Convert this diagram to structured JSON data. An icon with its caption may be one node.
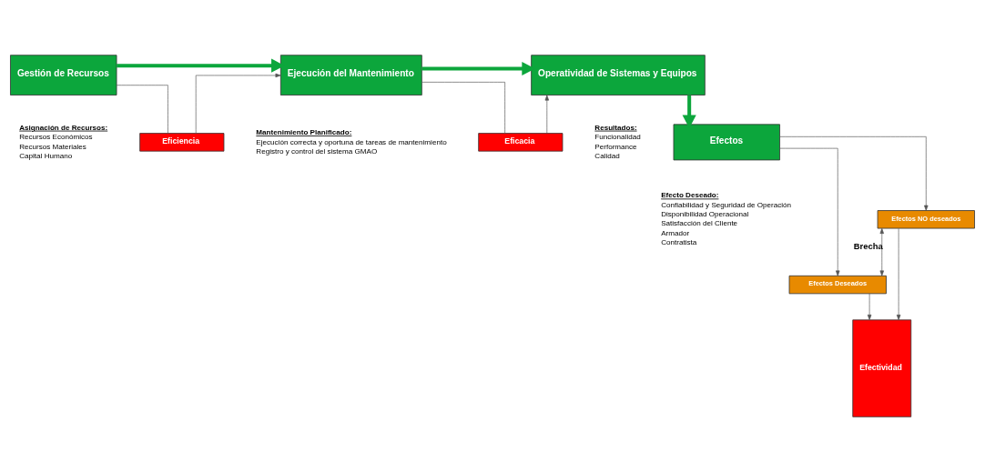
{
  "diagram": {
    "nodes": [
      {
        "text": [
          "Gestión de Recursos"
        ],
        "beside": [
          "Asignación de Recursos:",
          "Recursos Económicos",
          "Recursos Materiales",
          "Capital Humano"
        ]
      },
      {
        "text": [
          "Eficiencia"
        ]
      },
      {
        "text": [
          "Ejecución del Mantenimiento"
        ],
        "beside": [
          "Mantenimiento Planificado:",
          "Ejecución correcta y oportuna de tareas de mantenimiento",
          "Registro y control del sistema GMAO"
        ]
      },
      {
        "text": [
          "Eficacia"
        ]
      },
      {
        "text": [
          "Operatividad de Sistemas y Equipos"
        ],
        "beside": [
          "Resultados:",
          "Funcionalidad",
          "Performance",
          "Calidad"
        ]
      },
      {
        "text": [
          "Efectos"
        ],
        "beside": [
          "Efecto Deseado:",
          "Confiabilidad y Seguridad de Operación",
          "Disponibilidad Operacional",
          "Satisfacción del Cliente",
          "Armador",
          "Contratista"
        ]
      },
      {
        "text": [
          "Efectos Deseados"
        ]
      },
      {
        "text": [
          "Efectos NO deseados"
        ]
      },
      {
        "text": [
          "Efectividad"
        ]
      }
    ],
    "edges": [
      {
        "from": 0,
        "to": 1,
        "arrow": "none"
      },
      {
        "from": 1,
        "to": 2,
        "arrow": "to"
      },
      {
        "from": 2,
        "to": 3,
        "arrow": "none"
      },
      {
        "from": 3,
        "to": 4,
        "arrow": "to"
      },
      {
        "from": 0,
        "to": 2,
        "arrow": "to",
        "style": "thick",
        "color": "#0ca63c"
      },
      {
        "from": 2,
        "to": 4,
        "arrow": "to",
        "style": "thick",
        "color": "#0ca63c"
      },
      {
        "from": 4,
        "to": 5,
        "arrow": "to",
        "style": "thick",
        "color": "#0ca63c"
      },
      {
        "from": 5,
        "to": 6,
        "arrow": "to"
      },
      {
        "from": 5,
        "to": 7,
        "arrow": "to"
      },
      {
        "from": 7,
        "to": 6,
        "arrow": "both",
        "label": "Brecha"
      },
      {
        "from": 6,
        "to": 8,
        "arrow": "to"
      },
      {
        "from": 7,
        "to": 8,
        "arrow": "to"
      }
    ]
  }
}
